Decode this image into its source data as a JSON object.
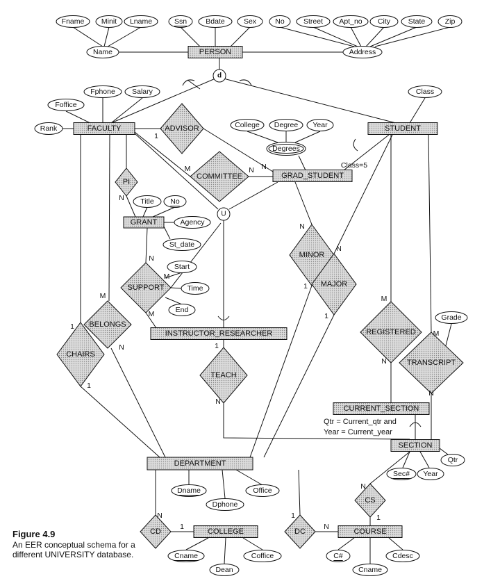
{
  "figure": {
    "label": "Figure 4.9",
    "caption": "An EER conceptual schema for a different UNIVERSITY database."
  },
  "diagram": {
    "entities": [
      {
        "id": "person",
        "label": "PERSON"
      },
      {
        "id": "faculty",
        "label": "FACULTY"
      },
      {
        "id": "student",
        "label": "STUDENT"
      },
      {
        "id": "grad_student",
        "label": "GRAD_STUDENT"
      },
      {
        "id": "grant",
        "label": "GRANT"
      },
      {
        "id": "instructor_researcher",
        "label": "INSTRUCTOR_RESEARCHER"
      },
      {
        "id": "department",
        "label": "DEPARTMENT"
      },
      {
        "id": "college",
        "label": "COLLEGE"
      },
      {
        "id": "course",
        "label": "COURSE"
      },
      {
        "id": "section",
        "label": "SECTION"
      },
      {
        "id": "current_section",
        "label": "CURRENT_SECTION"
      }
    ],
    "relationships": [
      {
        "id": "advisor",
        "label": "ADVISOR"
      },
      {
        "id": "committee",
        "label": "COMMITTEE"
      },
      {
        "id": "pi",
        "label": "PI"
      },
      {
        "id": "support",
        "label": "SUPPORT"
      },
      {
        "id": "belongs",
        "label": "BELONGS"
      },
      {
        "id": "chairs",
        "label": "CHAIRS"
      },
      {
        "id": "teach",
        "label": "TEACH"
      },
      {
        "id": "minor",
        "label": "MINOR"
      },
      {
        "id": "major",
        "label": "MAJOR"
      },
      {
        "id": "registered",
        "label": "REGISTERED"
      },
      {
        "id": "transcript",
        "label": "TRANSCRIPT"
      },
      {
        "id": "cd",
        "label": "CD"
      },
      {
        "id": "dc",
        "label": "DC"
      },
      {
        "id": "cs",
        "label": "CS"
      }
    ],
    "attributes": [
      {
        "id": "fname",
        "label": "Fname"
      },
      {
        "id": "minit",
        "label": "Minit"
      },
      {
        "id": "lname",
        "label": "Lname"
      },
      {
        "id": "ssn",
        "label": "Ssn"
      },
      {
        "id": "bdate",
        "label": "Bdate"
      },
      {
        "id": "sex",
        "label": "Sex"
      },
      {
        "id": "no",
        "label": "No"
      },
      {
        "id": "street",
        "label": "Street"
      },
      {
        "id": "apt_no",
        "label": "Apt_no"
      },
      {
        "id": "city",
        "label": "City"
      },
      {
        "id": "state",
        "label": "State"
      },
      {
        "id": "zip",
        "label": "Zip"
      },
      {
        "id": "name",
        "label": "Name"
      },
      {
        "id": "address",
        "label": "Address"
      },
      {
        "id": "fphone",
        "label": "Fphone"
      },
      {
        "id": "salary",
        "label": "Salary"
      },
      {
        "id": "foffice",
        "label": "Foffice"
      },
      {
        "id": "rank",
        "label": "Rank"
      },
      {
        "id": "class",
        "label": "Class"
      },
      {
        "id": "college_attr",
        "label": "College"
      },
      {
        "id": "degree",
        "label": "Degree"
      },
      {
        "id": "year_deg",
        "label": "Year"
      },
      {
        "id": "degrees",
        "label": "Degrees"
      },
      {
        "id": "title",
        "label": "Title"
      },
      {
        "id": "grant_no",
        "label": "No"
      },
      {
        "id": "agency",
        "label": "Agency"
      },
      {
        "id": "st_date",
        "label": "St_date"
      },
      {
        "id": "start",
        "label": "Start"
      },
      {
        "id": "time",
        "label": "Time"
      },
      {
        "id": "end",
        "label": "End"
      },
      {
        "id": "grade",
        "label": "Grade"
      },
      {
        "id": "dname",
        "label": "Dname"
      },
      {
        "id": "dphone",
        "label": "Dphone"
      },
      {
        "id": "office",
        "label": "Office"
      },
      {
        "id": "secno",
        "label": "Sec#"
      },
      {
        "id": "year_sec",
        "label": "Year"
      },
      {
        "id": "qtr",
        "label": "Qtr"
      },
      {
        "id": "cname",
        "label": "Cname"
      },
      {
        "id": "coffice",
        "label": "Coffice"
      },
      {
        "id": "dean",
        "label": "Dean"
      },
      {
        "id": "cno",
        "label": "C#"
      },
      {
        "id": "cdesc",
        "label": "Cdesc"
      },
      {
        "id": "course_cname",
        "label": "Cname"
      }
    ],
    "symbols": {
      "disjoint": "d",
      "union": "U"
    },
    "annotations": {
      "class5": "Class=5",
      "predicate_line1": "Qtr = Current_qtr and",
      "predicate_line2": "Year = Current_year"
    },
    "cardinalities": [
      {
        "id": "c_fac_adv",
        "label": "1"
      },
      {
        "id": "c_adv_gs",
        "label": "N"
      },
      {
        "id": "c_com_fac",
        "label": "M"
      },
      {
        "id": "c_com_gs",
        "label": "N"
      },
      {
        "id": "c_pi_grant",
        "label": "N"
      },
      {
        "id": "c_sup_grant",
        "label": "N"
      },
      {
        "id": "c_sup_ir",
        "label": "M"
      },
      {
        "id": "c_sup_u",
        "label": "M"
      },
      {
        "id": "c_bel_fac",
        "label": "M"
      },
      {
        "id": "c_bel_dept",
        "label": "N"
      },
      {
        "id": "c_chairs_fac",
        "label": "1"
      },
      {
        "id": "c_chairs_dept",
        "label": "1"
      },
      {
        "id": "c_teach_ir",
        "label": "1"
      },
      {
        "id": "c_teach_sec",
        "label": "N"
      },
      {
        "id": "c_minor_st",
        "label": "N"
      },
      {
        "id": "c_minor_dept",
        "label": "1"
      },
      {
        "id": "c_major_dept",
        "label": "1"
      },
      {
        "id": "c_major_st",
        "label": "N"
      },
      {
        "id": "c_reg_st",
        "label": "M"
      },
      {
        "id": "c_reg_cs",
        "label": "N"
      },
      {
        "id": "c_tr_st",
        "label": "M"
      },
      {
        "id": "c_tr_sec",
        "label": "N"
      },
      {
        "id": "c_cd_dept",
        "label": "N"
      },
      {
        "id": "c_cd_college",
        "label": "1"
      },
      {
        "id": "c_dc_dept",
        "label": "1"
      },
      {
        "id": "c_dc_course",
        "label": "N"
      },
      {
        "id": "c_cs_sec",
        "label": "N"
      },
      {
        "id": "c_cs_course",
        "label": "1"
      }
    ]
  }
}
